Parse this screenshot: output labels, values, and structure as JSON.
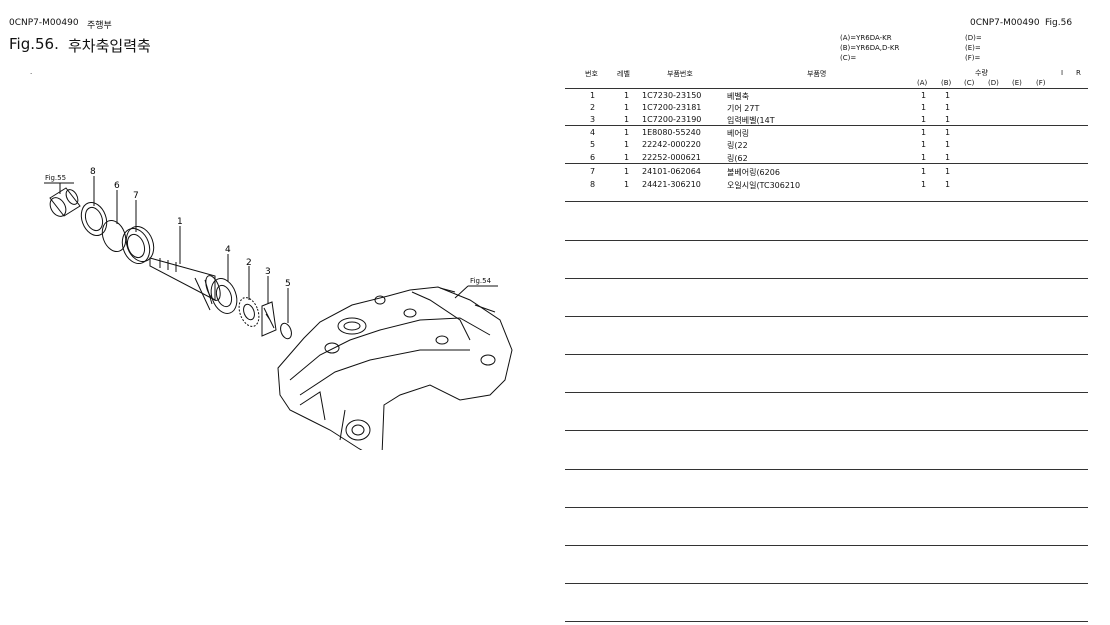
{
  "header": {
    "doc_code_left": "0CNP7-M00490",
    "section_label": "주행부",
    "fig_title_num": "Fig.56.",
    "fig_title_text": "후차축입력축",
    "doc_code_right": "0CNP7-M00490",
    "fig_ref_right": "Fig.56",
    "stray_mark": "."
  },
  "models": {
    "a": "(A)=YR6DA-KR",
    "b": "(B)=YR6DA,D-KR",
    "c": "(C)=",
    "d": "(D)=",
    "e": "(E)=",
    "f": "(F)="
  },
  "columns": {
    "no": "번호",
    "level": "레벨",
    "part_no": "부품번호",
    "part_name": "부품명",
    "qty": "수량",
    "qa": "(A)",
    "qb": "(B)",
    "qc": "(C)",
    "qd": "(D)",
    "qe": "(E)",
    "qf": "(F)",
    "i": "I",
    "r": "R"
  },
  "rows": [
    {
      "no": "1",
      "level": "1",
      "part_no": "1C7230-23150",
      "name": "베벨축",
      "qa": "1",
      "qb": "1"
    },
    {
      "no": "2",
      "level": "1",
      "part_no": "1C7200-23181",
      "name": "기어 27T",
      "qa": "1",
      "qb": "1"
    },
    {
      "no": "3",
      "level": "1",
      "part_no": "1C7200-23190",
      "name": "입력베벨(14T",
      "qa": "1",
      "qb": "1"
    },
    {
      "no": "4",
      "level": "1",
      "part_no": "1E8080-55240",
      "name": "베어링",
      "qa": "1",
      "qb": "1"
    },
    {
      "no": "5",
      "level": "1",
      "part_no": "22242-000220",
      "name": "링(22",
      "qa": "1",
      "qb": "1"
    },
    {
      "no": "6",
      "level": "1",
      "part_no": "22252-000621",
      "name": "링(62",
      "qa": "1",
      "qb": "1"
    },
    {
      "no": "7",
      "level": "1",
      "part_no": "24101-062064",
      "name": "볼베어링(6206",
      "qa": "1",
      "qb": "1"
    },
    {
      "no": "8",
      "level": "1",
      "part_no": "24421-306210",
      "name": "오일시일(TC306210",
      "qa": "1",
      "qb": "1"
    }
  ],
  "drawing": {
    "callouts": [
      "8",
      "6",
      "7",
      "1",
      "4",
      "2",
      "3",
      "5"
    ],
    "fig_ref_55": "Fig.55",
    "fig_ref_54": "Fig.54"
  }
}
